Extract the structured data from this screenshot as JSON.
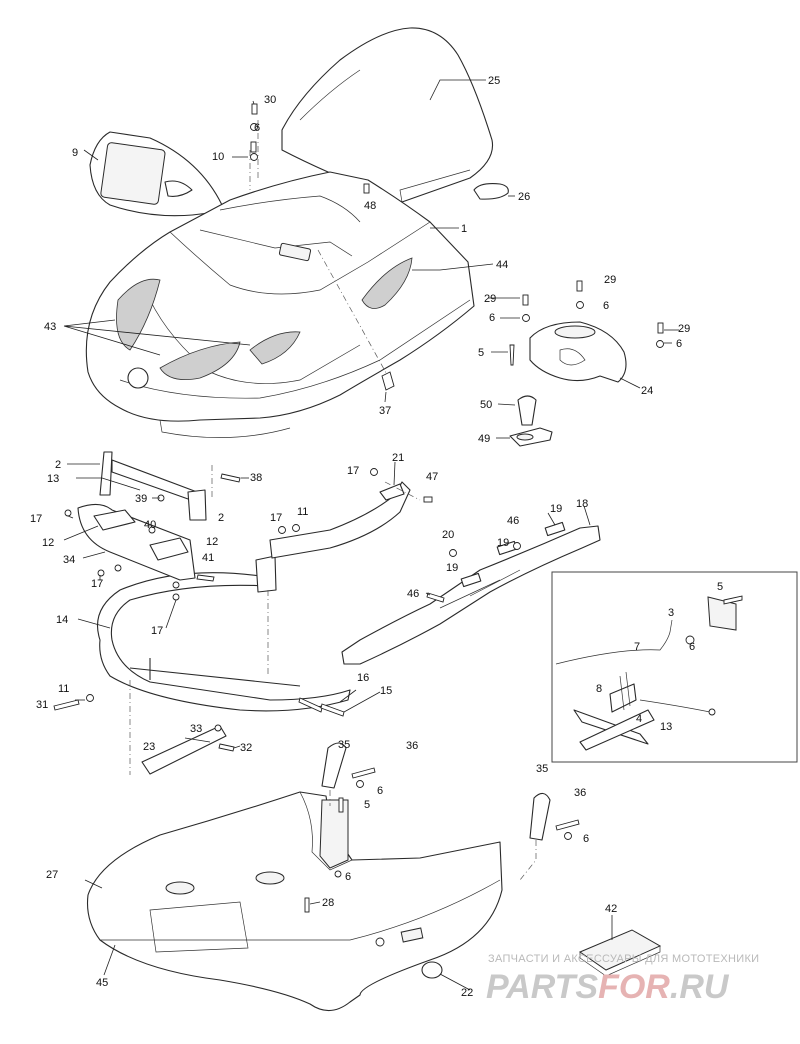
{
  "callouts": [
    "1",
    "2",
    "3",
    "4",
    "5",
    "6",
    "7",
    "8",
    "9",
    "10",
    "11",
    "12",
    "13",
    "14",
    "15",
    "16",
    "17",
    "18",
    "19",
    "20",
    "21",
    "22",
    "23",
    "24",
    "25",
    "26",
    "27",
    "28",
    "29",
    "30",
    "31",
    "32",
    "33",
    "34",
    "35",
    "36",
    "37",
    "38",
    "39",
    "40",
    "41",
    "42",
    "43",
    "44",
    "45",
    "46",
    "47",
    "48",
    "49",
    "50"
  ],
  "watermark": {
    "tagline": "ЗАПЧАСТИ И АКСЕССУАРЫ ДЛЯ МОТОТЕХНИКИ",
    "logo_part1": "PARTS",
    "logo_part2": "FOR",
    "logo_part3": ".RU"
  },
  "colors": {
    "line": "#2a2a2a",
    "mesh": "#cfcfcf",
    "watermark": "#c9c9c9",
    "watermark_accent": "#e6b3b3"
  }
}
